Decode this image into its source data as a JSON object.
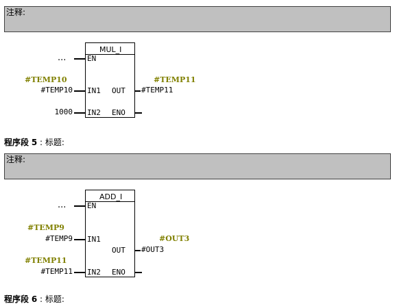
{
  "network4": {
    "comment_label": "注释:",
    "block": {
      "name": "MUL_I",
      "pins": {
        "en": "EN",
        "in1": "IN1",
        "in2": "IN2",
        "out": "OUT",
        "eno": "ENO"
      },
      "en_input": "...",
      "in1_symbol": "#TEMP10",
      "in1_operand": "#TEMP10",
      "in2_operand": "1000",
      "out_symbol": "#TEMP11",
      "out_operand": "#TEMP11"
    }
  },
  "network5": {
    "title_prefix": "程序段",
    "title_number": "5",
    "title_suffix": ": 标题:",
    "comment_label": "注释:",
    "block": {
      "name": "ADD_I",
      "pins": {
        "en": "EN",
        "in1": "IN1",
        "in2": "IN2",
        "out": "OUT",
        "eno": "ENO"
      },
      "en_input": "...",
      "in1_symbol": "#TEMP9",
      "in1_operand": "#TEMP9",
      "in2_symbol": "#TEMP11",
      "in2_operand": "#TEMP11",
      "out_symbol": "#OUT3",
      "out_operand": "#OUT3"
    }
  },
  "network6": {
    "title_prefix": "程序段",
    "title_number": "6",
    "title_suffix": ": 标题:"
  }
}
